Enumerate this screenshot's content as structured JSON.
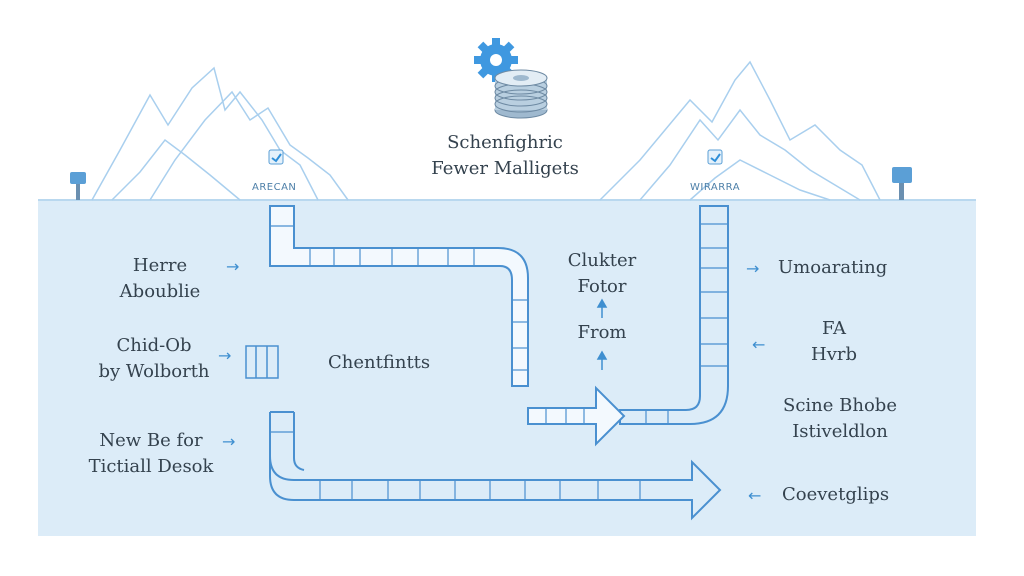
{
  "title": {
    "line1": "Schenfighric",
    "line2": "Fewer Malligets"
  },
  "landmarks": {
    "left": "ARECAN",
    "right": "WIRARRA"
  },
  "left_labels": [
    {
      "line1": "Herre",
      "line2": "Aboublie"
    },
    {
      "line1": "Chid-Ob",
      "line2": "by Wolborth"
    },
    {
      "line1": "New Be for",
      "line2": "Tictiall Desok"
    }
  ],
  "center_label": "Chentfintts",
  "cluster_label": {
    "line1": "Clukter",
    "line2": "Fotor",
    "line3": "From"
  },
  "right_labels": [
    {
      "line1": "Umoarating"
    },
    {
      "line1": "FA",
      "line2": "Hvrb"
    },
    {
      "line1": "Scine Bhobe",
      "line2": "Istiveldlon"
    },
    {
      "line1": "Coevetglips"
    }
  ],
  "colors": {
    "water": "#dcecf8",
    "pipe": "#4a90d0",
    "mountain": "#a9cfee",
    "icon": "#2f8fd8"
  },
  "icons": [
    "gear-icon",
    "database-icon",
    "landmark-badge-icon",
    "signpost-icon",
    "arrow-icon"
  ]
}
